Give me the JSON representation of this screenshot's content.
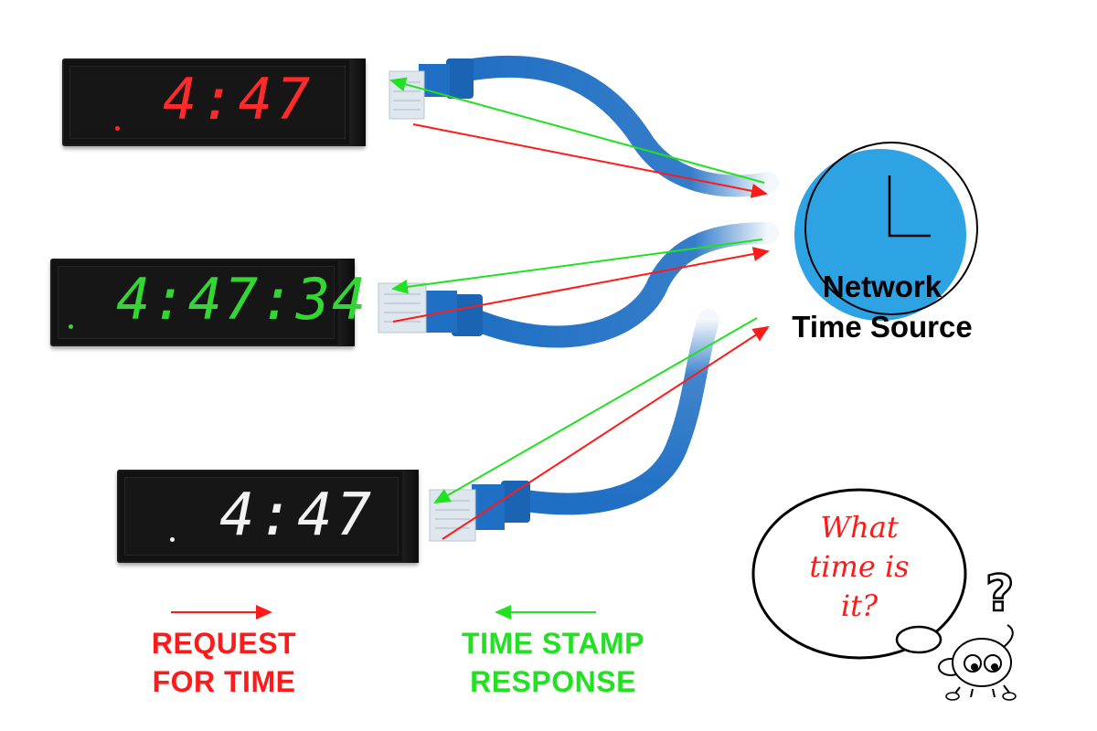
{
  "clocks": [
    {
      "time": "4:47",
      "color": "#ff2a2a"
    },
    {
      "time": "4:47:34",
      "color": "#33d633"
    },
    {
      "time": "4:47",
      "color": "#f2f2f2"
    }
  ],
  "time_source": {
    "line1": "Network",
    "line2": "Time Source"
  },
  "legend": {
    "request": {
      "line1": "REQUEST",
      "line2": "FOR TIME",
      "color": "#ff1a1a"
    },
    "response": {
      "line1": "TIME STAMP",
      "line2": "RESPONSE",
      "color": "#22e022"
    }
  },
  "speech_bubble": {
    "line1": "What",
    "line2": "time is",
    "line3": "it?",
    "question_mark": "?"
  },
  "colors": {
    "cable": "#1f6fc4",
    "clock_face": "#2ea3e3"
  }
}
